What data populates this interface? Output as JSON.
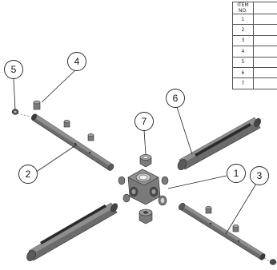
{
  "bom_table": {
    "header": "ITEM NO.",
    "items": [
      "1",
      "2",
      "3",
      "4",
      "5",
      "6",
      "7"
    ]
  },
  "balloons": [
    "1",
    "2",
    "3",
    "4",
    "5",
    "6",
    "7"
  ]
}
